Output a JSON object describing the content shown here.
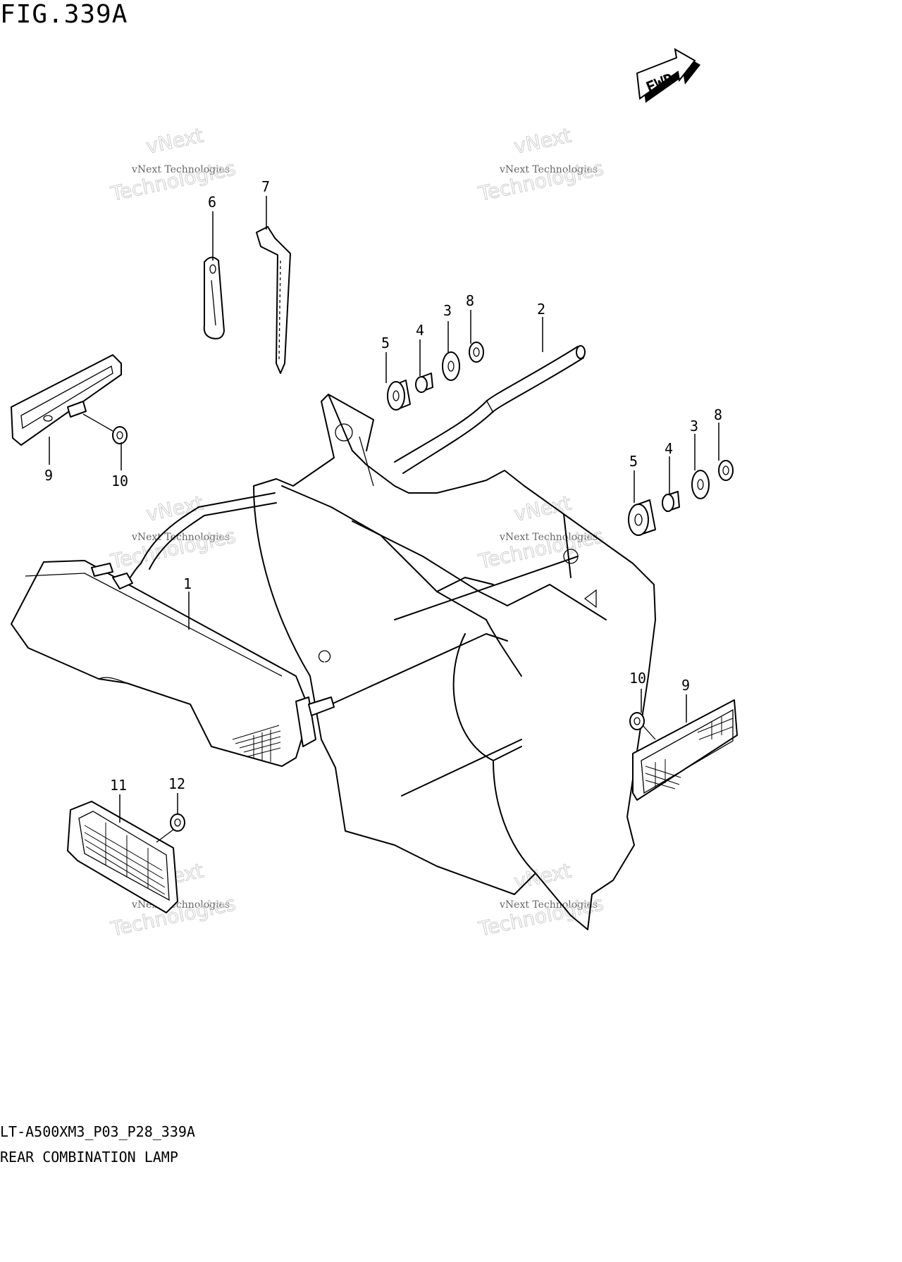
{
  "figure": {
    "title": "FIG.339A",
    "model_code": "LT-A500XM3_P03_P28_339A",
    "section_name": "REAR COMBINATION LAMP"
  },
  "direction_badge": {
    "label": "FWD"
  },
  "watermark": {
    "line1": "vNext Technologies",
    "line2": "vNext",
    "line3": "Technologies"
  },
  "callouts": {
    "c1": "1",
    "c2": "2",
    "c3a": "3",
    "c3b": "3",
    "c4a": "4",
    "c4b": "4",
    "c5a": "5",
    "c5b": "5",
    "c6": "6",
    "c7": "7",
    "c8a": "8",
    "c8b": "8",
    "c9a": "9",
    "c9b": "9",
    "c10a": "10",
    "c10b": "10",
    "c11": "11",
    "c12": "12"
  }
}
